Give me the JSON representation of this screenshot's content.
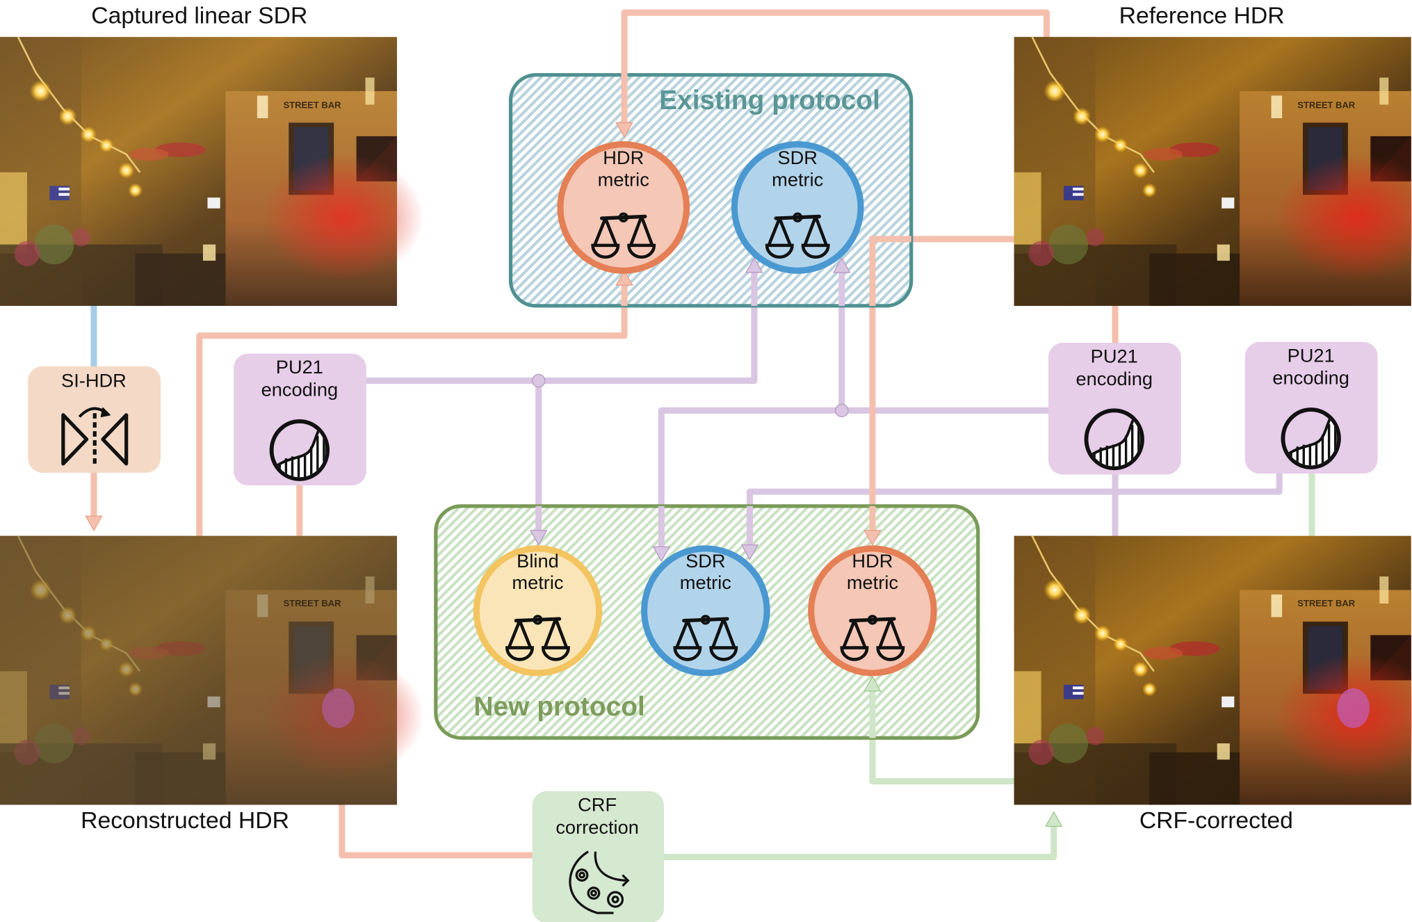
{
  "images": {
    "captured_sdr": {
      "title": "Captured linear SDR",
      "sign_text": "STREET BAR"
    },
    "reference_hdr": {
      "title": "Reference HDR",
      "sign_text": "STREET BAR"
    },
    "reconstructed_hdr": {
      "title": "Reconstructed HDR",
      "sign_text": "STREET BAR"
    },
    "crf_corrected": {
      "title": "CRF-corrected",
      "sign_text": "STREET BAR"
    }
  },
  "processing_blocks": {
    "si_hdr": {
      "label": "SI-HDR",
      "icon": "mirror-flip-icon",
      "color": "#f3d9c6"
    },
    "pu21_left": {
      "line1": "PU21",
      "line2": "encoding",
      "icon": "pu21-curve-icon",
      "color": "#e6cde8"
    },
    "pu21_right_a": {
      "line1": "PU21",
      "line2": "encoding",
      "icon": "pu21-curve-icon",
      "color": "#e6cde8"
    },
    "pu21_right_b": {
      "line1": "PU21",
      "line2": "encoding",
      "icon": "pu21-curve-icon",
      "color": "#e6cde8"
    },
    "crf_correction": {
      "line1": "CRF",
      "line2": "correction",
      "icon": "gears-curve-icon",
      "color": "#d5e8d0"
    }
  },
  "protocols": {
    "existing": {
      "title": "Existing protocol",
      "color": "#4f9090",
      "metrics": [
        {
          "line1": "HDR",
          "line2": "metric",
          "icon": "scales-icon",
          "fill": "#f4c7b6",
          "stroke": "#e57f55"
        },
        {
          "line1": "SDR",
          "line2": "metric",
          "icon": "scales-icon",
          "fill": "#b2d4ea",
          "stroke": "#4a98d1"
        }
      ]
    },
    "new": {
      "title": "New protocol",
      "color": "#7a9a58",
      "metrics": [
        {
          "line1": "Blind",
          "line2": "metric",
          "icon": "scales-icon",
          "fill": "#fae5b8",
          "stroke": "#f3c45f"
        },
        {
          "line1": "SDR",
          "line2": "metric",
          "icon": "scales-icon",
          "fill": "#b2d4ea",
          "stroke": "#4a98d1"
        },
        {
          "line1": "HDR",
          "line2": "metric",
          "icon": "scales-icon",
          "fill": "#f4c7b6",
          "stroke": "#e57f55"
        }
      ]
    }
  },
  "connector_colors": {
    "hdr": "#f4c0ad",
    "sdr_encoded": "#d9c6e2",
    "crf": "#cfe6c8",
    "sdr_raw": "#a8cce8"
  }
}
